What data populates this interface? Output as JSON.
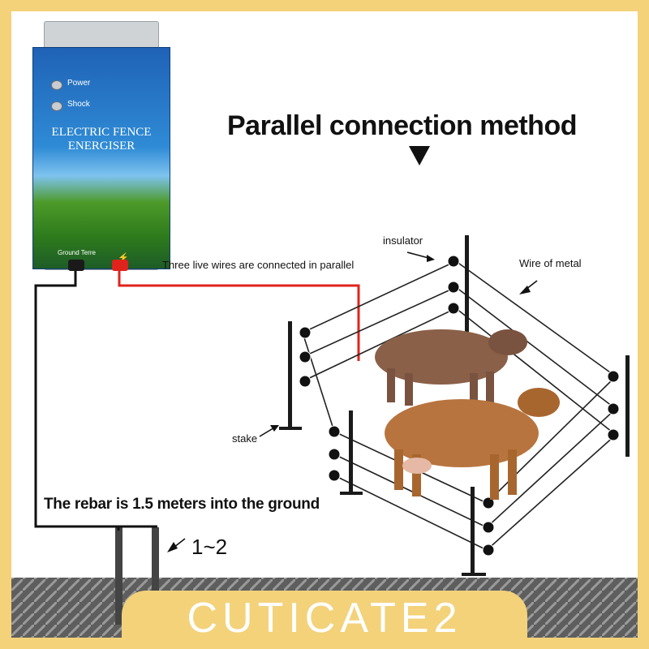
{
  "title": "Parallel connection method",
  "device": {
    "power_label": "Power",
    "shock_label": "Shock",
    "title_line1": "ELECTRIC FENCE",
    "title_line2": "ENERGISER",
    "ground_label": "Ground Terre"
  },
  "labels": {
    "wires": "Three live wires are connected in parallel",
    "insulator": "insulator",
    "metal": "Wire of metal",
    "stake": "stake",
    "rebar": "The rebar is 1.5 meters into the ground",
    "rebar_count": "1~2"
  },
  "watermark": "CUTICATE2",
  "colors": {
    "live_wire": "#e0231c",
    "ground_wire": "#111111",
    "frame": "#f3d27a",
    "device_blue": "#1f62b6"
  }
}
